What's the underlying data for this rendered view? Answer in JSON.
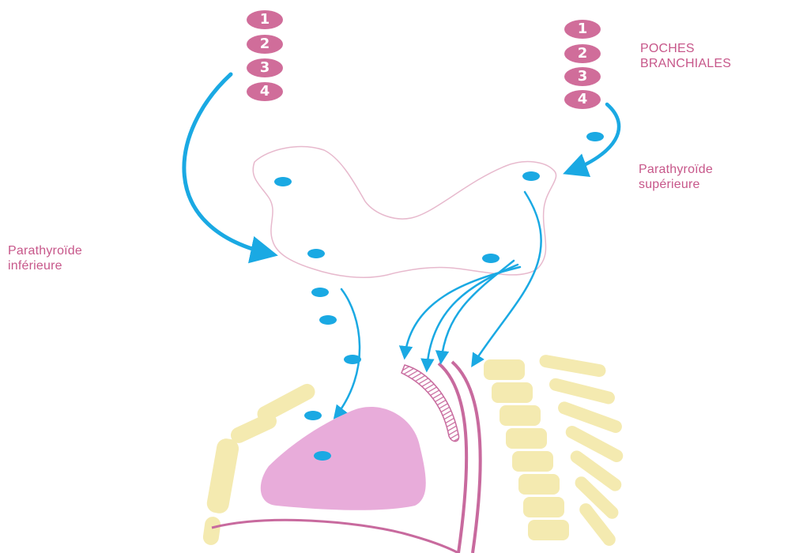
{
  "pouch_numbers_left": [
    "1",
    "2",
    "3",
    "4"
  ],
  "pouch_numbers_right": [
    "1",
    "2",
    "3",
    "4"
  ],
  "labels": {
    "branchial_pouches_line1": "POCHES",
    "branchial_pouches_line2": "BRANCHIALES",
    "superior_parathyroid_line1": "Parathyroïde",
    "superior_parathyroid_line2": "supérieure",
    "inferior_parathyroid_line1": "Parathyroïde",
    "inferior_parathyroid_line2": "inférieure"
  },
  "colors": {
    "pouch_badge": "#d06d9a",
    "label_text": "#c7578a",
    "arrow_blue": "#1aa9e3",
    "dot_blue": "#1aa9e3",
    "thyroid_outline": "#e7b9cd",
    "thymus_fill": "#e6a3d6",
    "vertebra_yellow": "#f4eab0",
    "esophagus_line": "#c86a9e"
  }
}
